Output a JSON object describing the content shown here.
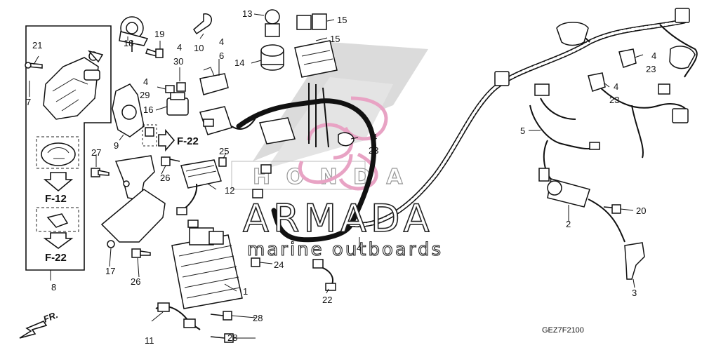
{
  "diagram": {
    "part_numbers": {
      "n1": "1",
      "n2": "2",
      "n3": "3",
      "n4_a": "4",
      "n4_b": "4",
      "n4_c": "4",
      "n4_d": "4",
      "n4_e": "4",
      "n4_f": "4",
      "n5": "5",
      "n6": "6",
      "n7": "7",
      "n8": "8",
      "n9": "9",
      "n10": "10",
      "n11": "11",
      "n12": "12",
      "n13": "13",
      "n14": "14",
      "n15_a": "15",
      "n15_b": "15",
      "n16": "16",
      "n17": "17",
      "n18": "18",
      "n19": "19",
      "n20": "20",
      "n21": "21",
      "n22": "22",
      "n23_a": "23",
      "n23_b": "23",
      "n23_c": "23",
      "n24": "24",
      "n25": "25",
      "n26_a": "26",
      "n26_b": "26",
      "n27": "27",
      "n28_a": "28",
      "n28_b": "28",
      "n29": "29",
      "n30": "30"
    },
    "reference_labels": {
      "f22_a": "F-22",
      "f12": "F-12",
      "f22_b": "F-22"
    },
    "code": "GEZ7F2100",
    "direction_label": "FR."
  },
  "watermark": {
    "brand": "ARMADA",
    "tagline": "marine outboards",
    "accent_color": "#e8a3c4"
  }
}
